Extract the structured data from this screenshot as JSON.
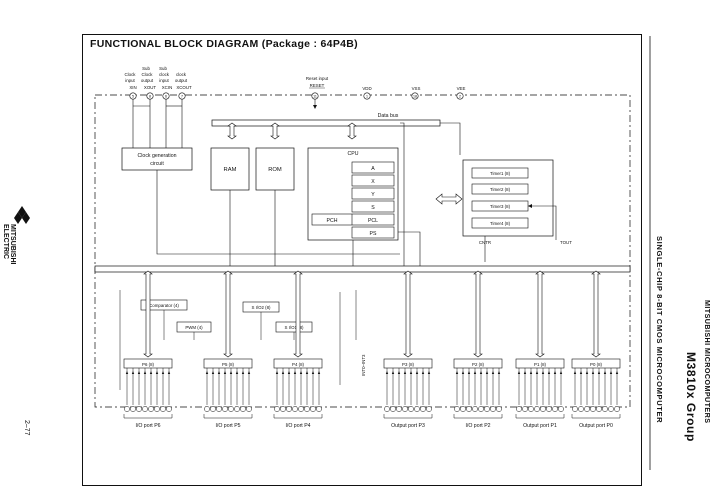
{
  "title": "FUNCTIONAL  BLOCK  DIAGRAM (Package : 64P4B)",
  "company": {
    "line1": "MITSUBISHI",
    "line2": "ELECTRIC"
  },
  "page_number": "2–77",
  "side": {
    "category": "SINGLE-CHIP 8-BIT CMOS MICROCOMPUTER",
    "maker": "MITSUBISHI MICROCOMPUTERS",
    "product": "M3810x Group"
  },
  "clock_pins": [
    {
      "l1": "",
      "l2": "Clock",
      "l3": "input",
      "sym": "XIN"
    },
    {
      "l1": "",
      "l2": "Clock",
      "l3": "output",
      "sym": "XOUT"
    },
    {
      "l1": "Sub",
      "l2": "clock",
      "l3": "input",
      "sym": "XCIN"
    },
    {
      "l1": "Sub",
      "l2": "clock",
      "l3": "output",
      "sym": "XCOUT"
    }
  ],
  "reset": {
    "label": "Reset  input",
    "pin": "RESET"
  },
  "power_pins": [
    "VDD",
    "VSS",
    "VEE"
  ],
  "pin_numbers": {
    "xin": "5",
    "xout": "8",
    "xcin": "6",
    "xcout": "7",
    "reset": "11",
    "vdd": "1",
    "vss": "18",
    "vee": "2"
  },
  "data_bus": "Data bus",
  "blocks": {
    "clock_gen": [
      "Clock generation",
      "circuit"
    ],
    "ram": "RAM",
    "rom": "ROM",
    "cpu": "CPU",
    "registers": [
      "A",
      "X",
      "Y",
      "S",
      "PCL",
      "PS"
    ],
    "pch": "PCH",
    "timers": [
      "Timer1 (8)",
      "Timer2 (8)",
      "Timer3 (8)",
      "Timer4 (8)"
    ],
    "cntr": "CNTR",
    "tout": "TOUT",
    "comparator": "Comparator (4)",
    "pwm": "PWM (4)",
    "sio2": "S I/O2 (8)",
    "sio1": "S I/O1 (8)",
    "int": "INT0–INT3"
  },
  "ports": [
    {
      "reg": "P6 (8)",
      "label": "I/O port P6"
    },
    {
      "reg": "P5 (8)",
      "label": "I/O port P5"
    },
    {
      "reg": "P4 (8)",
      "label": "I/O port P4"
    },
    {
      "reg": "P3 (8)",
      "label": "Output port P3"
    },
    {
      "reg": "P2 (8)",
      "label": "I/O port P2"
    },
    {
      "reg": "P1 (8)",
      "label": "Output port P1"
    },
    {
      "reg": "P0 (8)",
      "label": "Output port P0"
    }
  ]
}
